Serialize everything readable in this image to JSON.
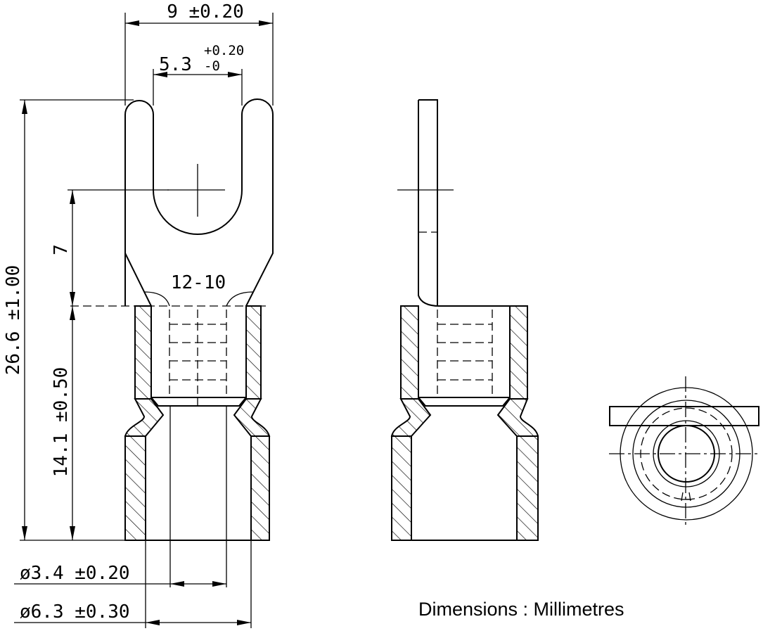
{
  "title": "Insulated spade terminal 12-10 technical drawing",
  "dimensions": {
    "overall_width": "9 ±0.20",
    "slot_width": "5.3",
    "slot_tol_upper": "+0.20",
    "slot_tol_lower": "-0",
    "overall_length": "26.6 ±1.00",
    "hole_to_sleeve": "7",
    "sleeve_length": "14.1 ±0.50",
    "inner_diameter": "ø3.4 ±0.20",
    "outer_diameter": "ø6.3 ±0.30"
  },
  "wire_gauge": "12-10",
  "units_note": "Dimensions : Millimetres"
}
